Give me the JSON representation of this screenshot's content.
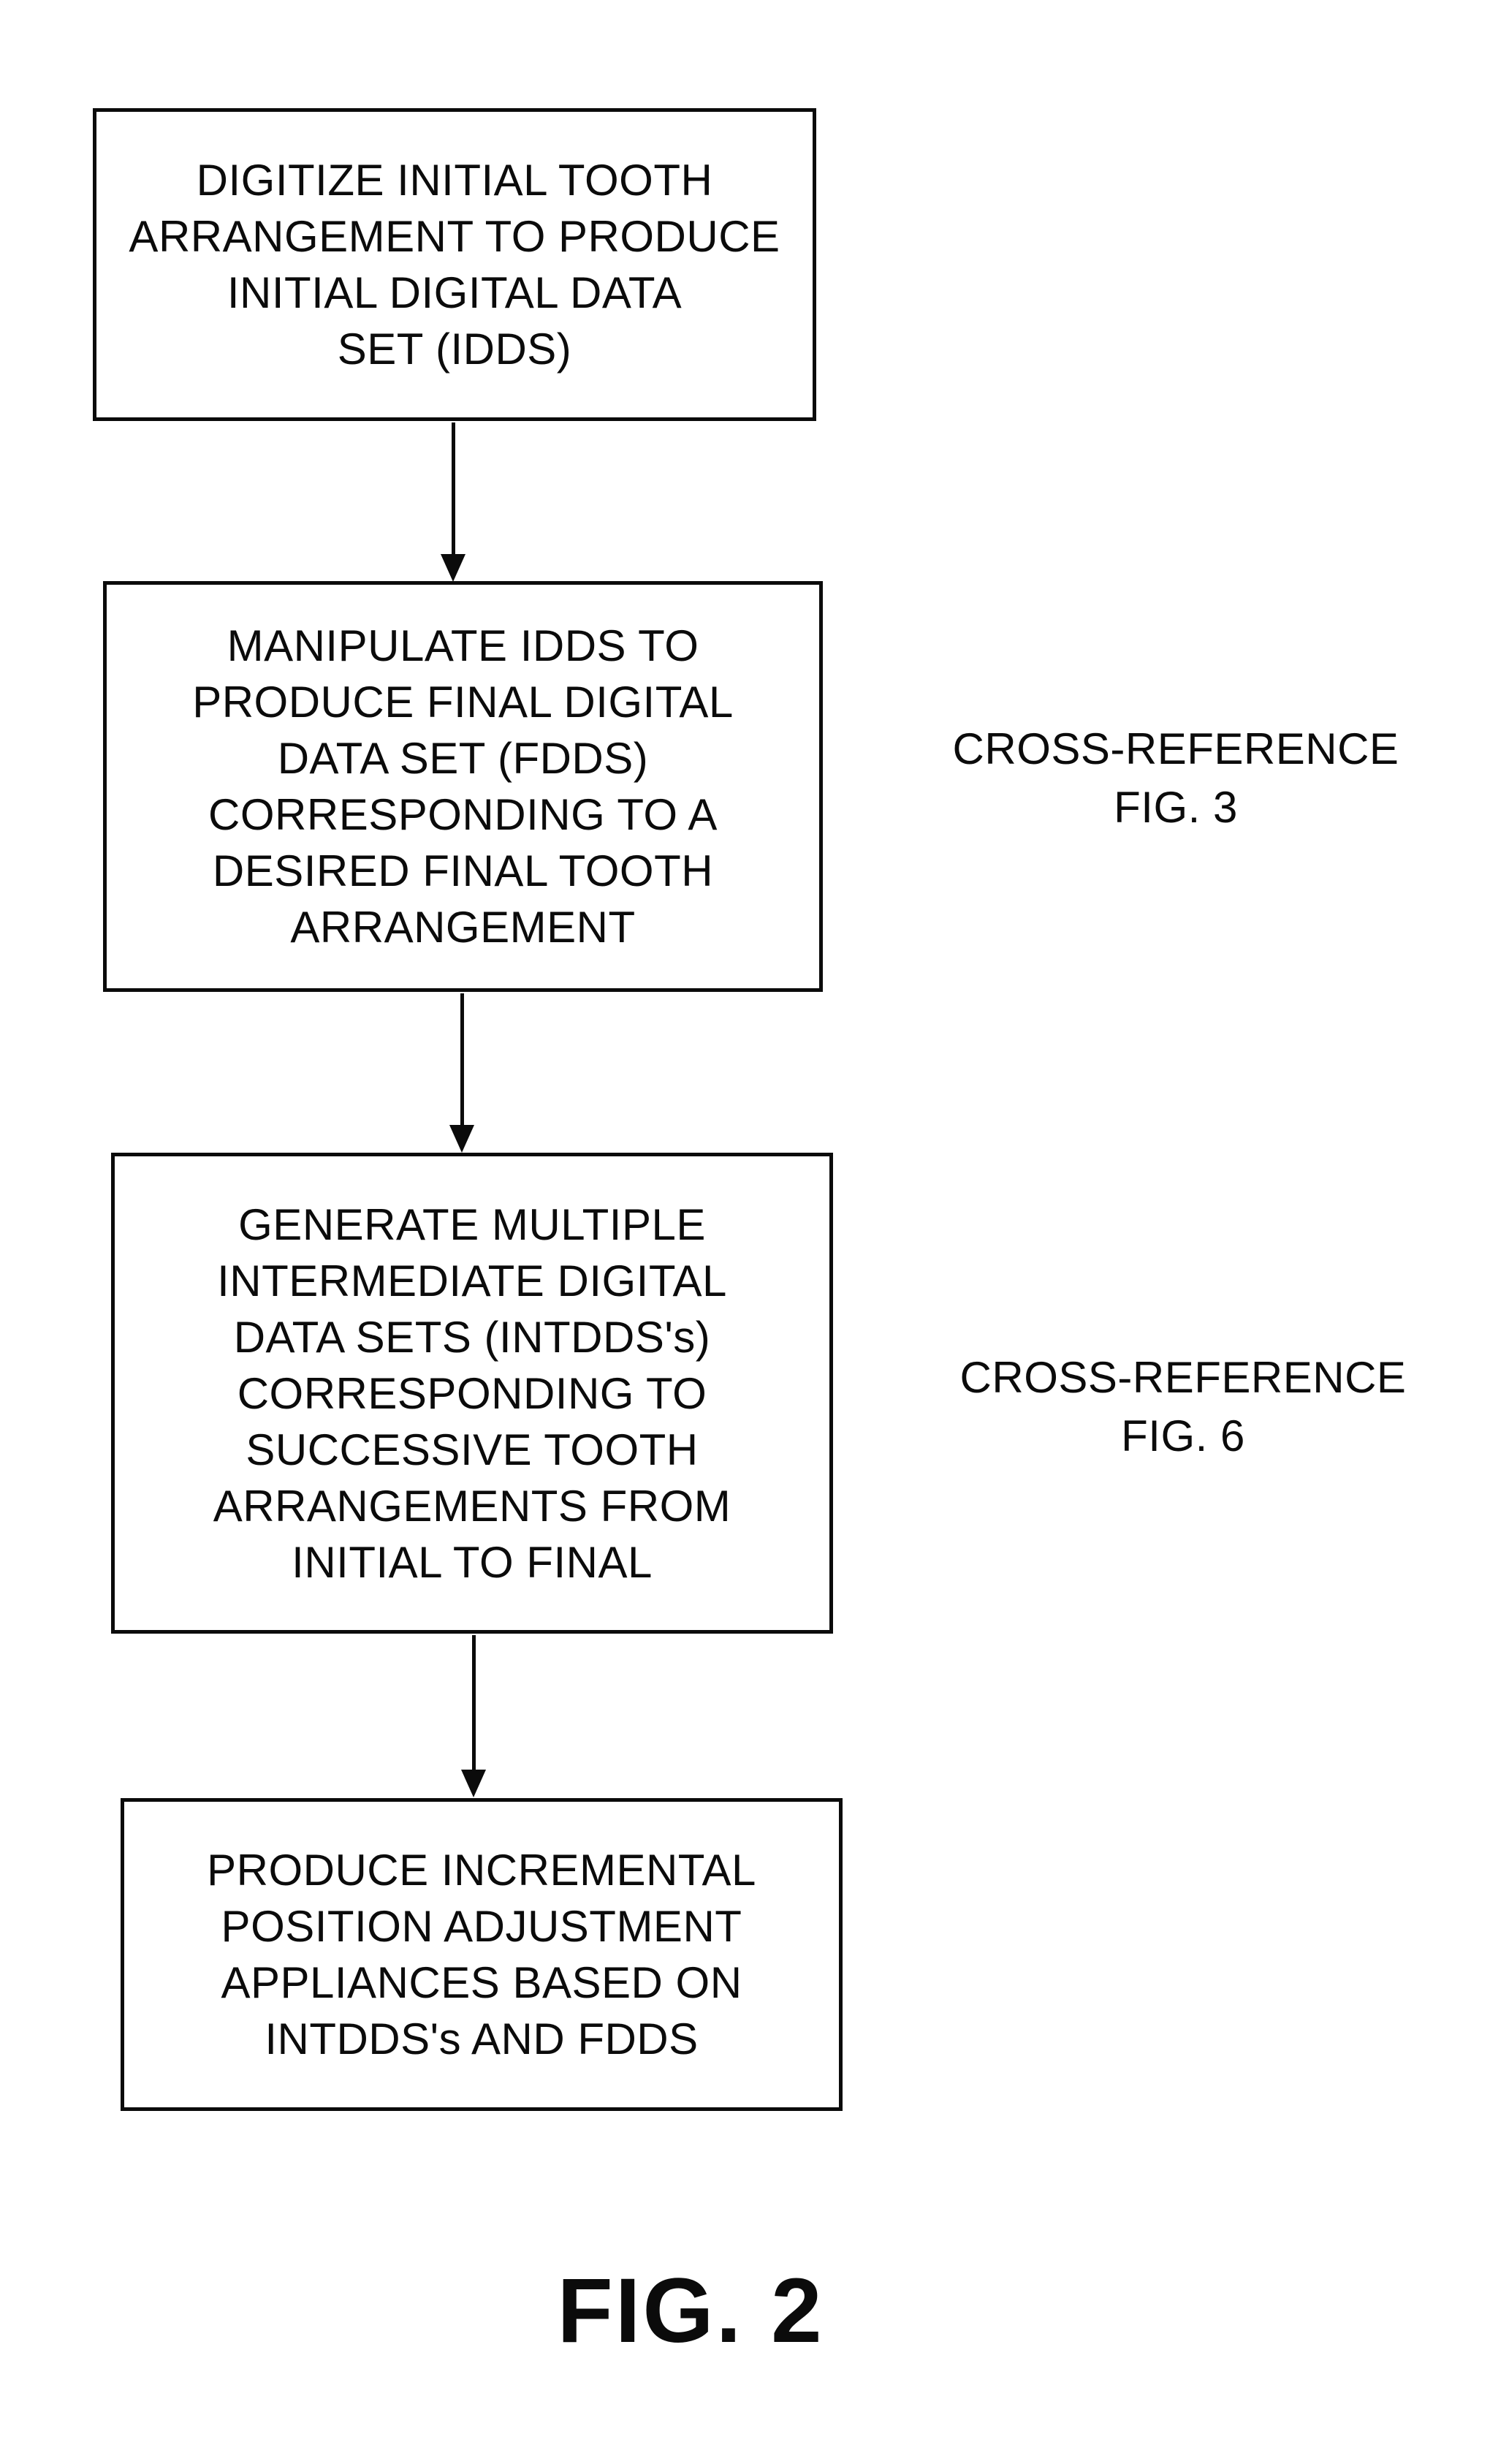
{
  "figure": {
    "caption": "FIG. 2"
  },
  "flowchart": {
    "nodes": [
      {
        "id": "digitize-idds",
        "text": "DIGITIZE INITIAL TOOTH\nARRANGEMENT TO PRODUCE\nINITIAL DIGITAL DATA\nSET (IDDS)"
      },
      {
        "id": "manipulate-fdds",
        "text": "MANIPULATE IDDS TO\nPRODUCE FINAL DIGITAL\nDATA SET (FDDS)\nCORRESPONDING TO A\nDESIRED FINAL TOOTH\nARRANGEMENT"
      },
      {
        "id": "generate-intdds",
        "text": "GENERATE MULTIPLE\nINTERMEDIATE DIGITAL\nDATA SETS (INTDDS's)\nCORRESPONDING TO\nSUCCESSIVE TOOTH\nARRANGEMENTS FROM\nINITIAL TO FINAL"
      },
      {
        "id": "produce-appliances",
        "text": "PRODUCE INCREMENTAL\nPOSITION ADJUSTMENT\nAPPLIANCES BASED ON\nINTDDS's AND FDDS"
      }
    ],
    "annotations": [
      {
        "id": "cross-ref-fig3",
        "text": "CROSS-REFERENCE\nFIG. 3"
      },
      {
        "id": "cross-ref-fig6",
        "text": "CROSS-REFERENCE\nFIG. 6"
      }
    ],
    "connectors": [
      {
        "from": "digitize-idds",
        "to": "manipulate-fdds",
        "direction": "down"
      },
      {
        "from": "manipulate-fdds",
        "to": "generate-intdds",
        "direction": "down"
      },
      {
        "from": "generate-intdds",
        "to": "produce-appliances",
        "direction": "down"
      }
    ]
  }
}
